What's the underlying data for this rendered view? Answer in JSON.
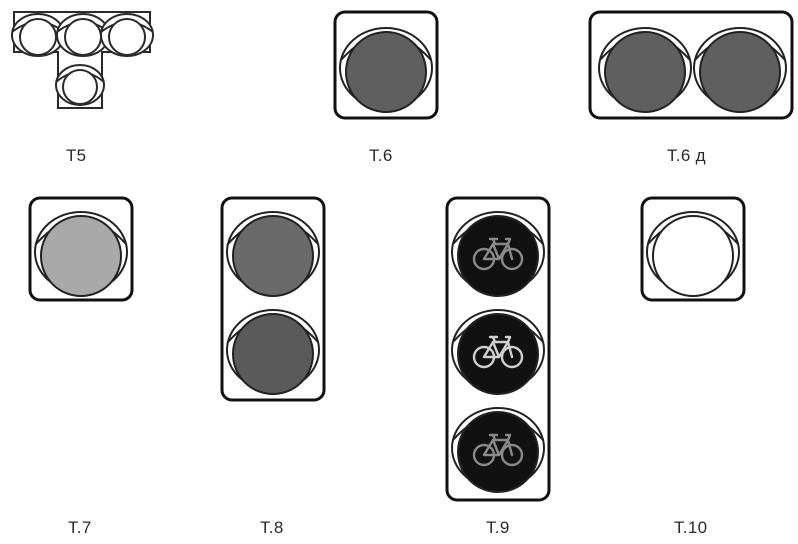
{
  "figure": {
    "signals": [
      {
        "id": "t5",
        "label": "Т5",
        "lamps": [
          "#ffffff",
          "#ffffff",
          "#ffffff",
          "#ffffff"
        ]
      },
      {
        "id": "t6",
        "label": "Т.6",
        "lamps": [
          "#5f5f5f"
        ]
      },
      {
        "id": "t6d",
        "label": "Т.6 д",
        "lamps": [
          "#5f5f5f",
          "#5f5f5f"
        ]
      },
      {
        "id": "t7",
        "label": "Т.7",
        "lamps": [
          "#a9a9a9"
        ]
      },
      {
        "id": "t8",
        "label": "Т.8",
        "lamps": [
          "#6a6a6a",
          "#5a5a5a"
        ]
      },
      {
        "id": "t9",
        "label": "Т.9",
        "lamps": [
          "#111111",
          "#111111",
          "#111111"
        ],
        "lamp_icon": "bicycle-icon",
        "icon_colors": [
          "#8a8a8a",
          "#d0d0d0",
          "#8a8a8a"
        ]
      },
      {
        "id": "t10",
        "label": "Т.10",
        "lamps": [
          "#ffffff"
        ]
      }
    ]
  }
}
